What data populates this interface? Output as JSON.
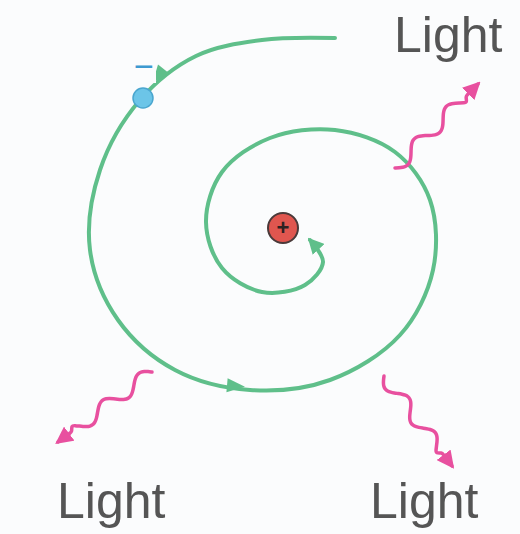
{
  "diagram": {
    "labels": [
      "−",
      "Light",
      "+",
      "Light",
      "Light"
    ]
  }
}
